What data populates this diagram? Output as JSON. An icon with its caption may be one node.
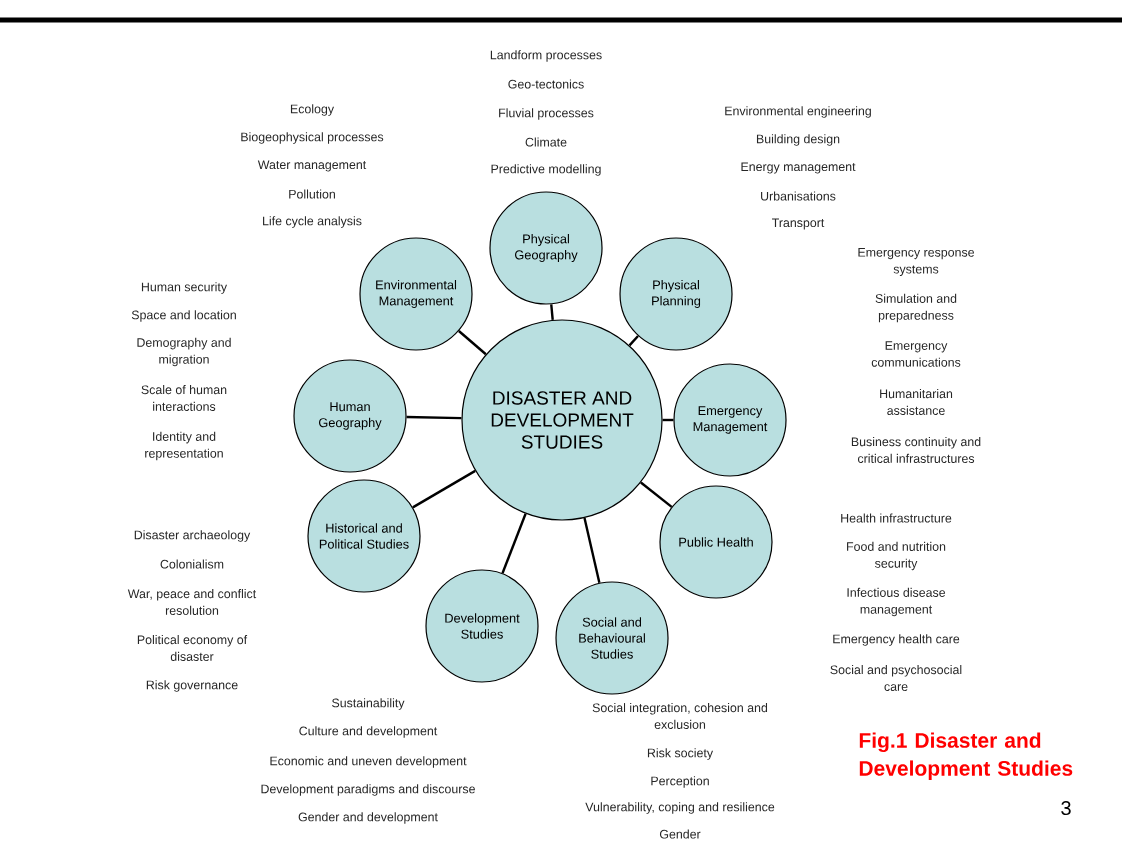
{
  "diagram": {
    "caption": "Fig.1  Disaster and Development Studies",
    "nodes": [
      {
        "text": [
          "DISASTER AND DEVELOPMENT STUDIES"
        ]
      },
      {
        "text": [
          "Physical Geography"
        ],
        "beside": [
          "Landform processes",
          "Geo-tectonics",
          "Fluvial processes",
          "Climate",
          "Predictive modelling"
        ]
      },
      {
        "text": [
          "Physical Planning"
        ],
        "beside": [
          "Environmental engineering",
          "Building design",
          "Energy management",
          "Urbanisations",
          "Transport"
        ]
      },
      {
        "text": [
          "Emergency Management"
        ],
        "beside": [
          "Emergency response systems",
          "Simulation and preparedness",
          "Emergency communications",
          "Humanitarian assistance",
          "Business continuity and critical infrastructures"
        ]
      },
      {
        "text": [
          "Public Health"
        ],
        "beside": [
          "Health infrastructure",
          "Food and nutrition security",
          "Infectious disease management",
          "Emergency health care",
          "Social and psychosocial care"
        ]
      },
      {
        "text": [
          "Social and Behavioural Studies"
        ],
        "beside": [
          "Social integration, cohesion and exclusion",
          "Risk society",
          "Perception",
          "Vulnerability, coping and resilience",
          "Gender"
        ]
      },
      {
        "text": [
          "Development Studies"
        ],
        "beside": [
          "Sustainability",
          "Culture and development",
          "Economic and uneven development",
          "Development paradigms and discourse",
          "Gender and development"
        ]
      },
      {
        "text": [
          "Historical and Political Studies"
        ],
        "beside": [
          "Disaster archaeology",
          "Colonialism",
          "War, peace and conflict resolution",
          "Political economy of disaster",
          "Risk governance"
        ]
      },
      {
        "text": [
          "Human Geography"
        ],
        "beside": [
          "Human security",
          "Space and location",
          "Demography and migration",
          "Scale of human interactions",
          "Identity and representation"
        ]
      },
      {
        "text": [
          "Environmental Management"
        ],
        "beside": [
          "Ecology",
          "Biogeophysical processes",
          "Water management",
          "Pollution",
          "Life cycle analysis"
        ]
      }
    ],
    "edges": [
      {
        "from": 0,
        "to": 1,
        "arrow": "none"
      },
      {
        "from": 0,
        "to": 2,
        "arrow": "none"
      },
      {
        "from": 0,
        "to": 3,
        "arrow": "none"
      },
      {
        "from": 0,
        "to": 4,
        "arrow": "none"
      },
      {
        "from": 0,
        "to": 5,
        "arrow": "none"
      },
      {
        "from": 0,
        "to": 6,
        "arrow": "none"
      },
      {
        "from": 0,
        "to": 7,
        "arrow": "none"
      },
      {
        "from": 0,
        "to": 8,
        "arrow": "none"
      },
      {
        "from": 0,
        "to": 9,
        "arrow": "none"
      }
    ],
    "labels": [
      "3"
    ]
  }
}
